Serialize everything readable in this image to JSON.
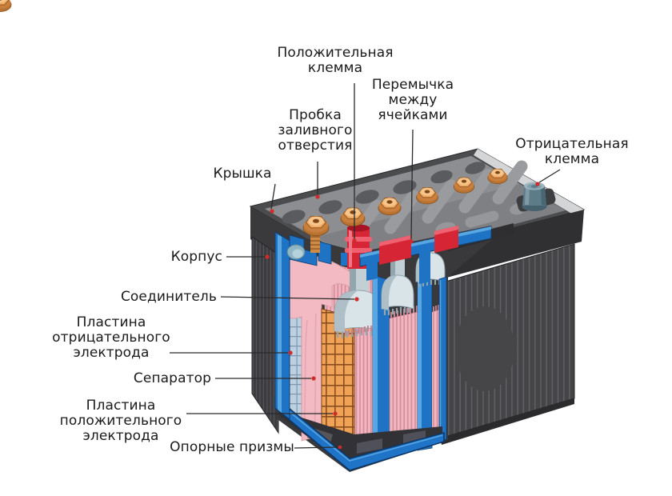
{
  "figure": {
    "type": "battery-cutaway-diagram",
    "labels": {
      "positive_terminal": "Положительная\nклемма",
      "cell_jumper": "Перемычка\nмежду\nячейками",
      "filler_plug": "Пробка\nзаливного\nотверстия",
      "lid": "Крышка",
      "negative_terminal": "Отрицательная\nклемма",
      "case": "Корпус",
      "connector": "Соединитель",
      "negative_plate": "Пластина\nотрицательного\nэлектрода",
      "separator": "Сепаратор",
      "positive_plate": "Пластина\nположительного\nэлектрода",
      "support_prisms": "Опорные призмы"
    },
    "colors": {
      "background": "#ffffff",
      "label_text": "#1a1a1a",
      "leader_line": "#2a2a2a",
      "leader_dot": "#cf2b2b",
      "case_dark": "#454548",
      "lid_panel": "#85868a",
      "cut_plastic_blue": "#1e73c4",
      "lead_red": "#d62535",
      "plug_orange": "#f0ae6a",
      "terminal_steel": "#5d7c8a",
      "plate_pink": "#f3b6c0",
      "positive_grid_orange": "#f0a257",
      "negative_grid_blue": "#bdd0e0",
      "connector_silver": "#d9e4e8"
    }
  }
}
